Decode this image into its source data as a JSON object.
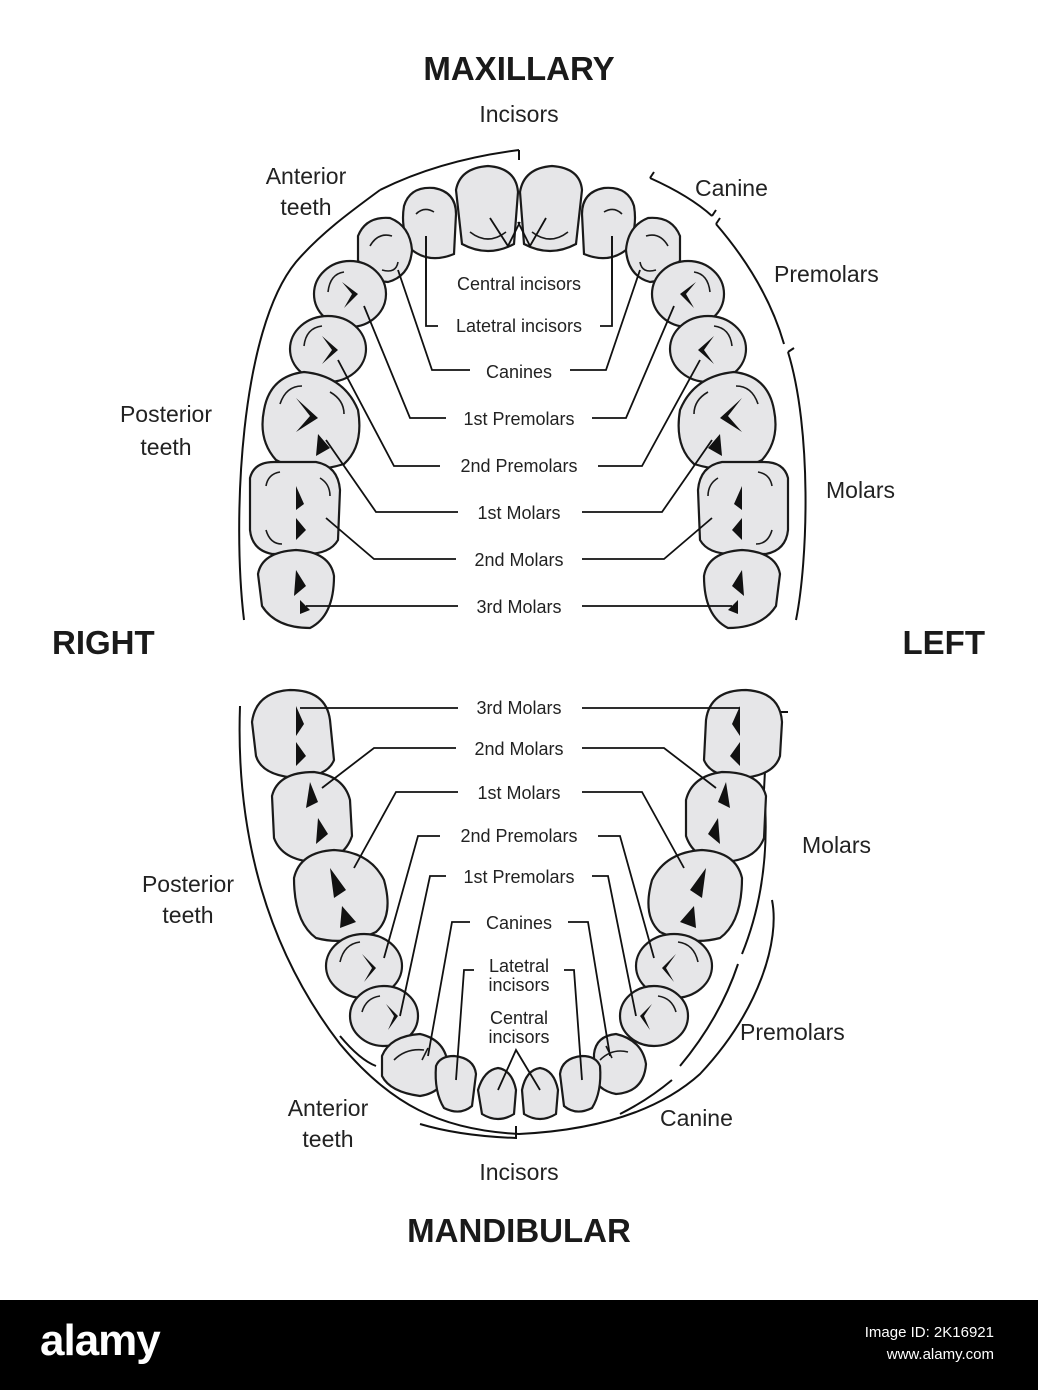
{
  "headings": {
    "top": "MAXILLARY",
    "bottom": "MANDIBULAR",
    "right": "RIGHT",
    "left": "LEFT"
  },
  "maxillary": {
    "groups": {
      "incisors": "Incisors",
      "canine": "Canine",
      "premolars": "Premolars",
      "molars": "Molars",
      "anterior_line1": "Anterior",
      "anterior_line2": "teeth",
      "posterior_line1": "Posterior",
      "posterior_line2": "teeth"
    },
    "teeth_labels": [
      "Central incisors",
      "Latetral incisors",
      "Canines",
      "1st Premolars",
      "2nd Premolars",
      "1st Molars",
      "2nd Molars",
      "3rd Molars"
    ]
  },
  "mandibular": {
    "groups": {
      "incisors": "Incisors",
      "canine": "Canine",
      "premolars": "Premolars",
      "molars": "Molars",
      "anterior_line1": "Anterior",
      "anterior_line2": "teeth",
      "posterior_line1": "Posterior",
      "posterior_line2": "teeth"
    },
    "teeth_labels": [
      "3rd Molars",
      "2nd Molars",
      "1st Molars",
      "2nd Premolars",
      "1st Premolars",
      "Canines"
    ],
    "lateral_label": [
      "Latetral",
      "incisors"
    ],
    "central_label": [
      "Central",
      "incisors"
    ]
  },
  "footer": {
    "logo": "alamy",
    "image_id": "Image ID: 2K16921",
    "site": "www.alamy.com"
  },
  "colors": {
    "tooth_fill": "#e6e6e8",
    "outline": "#1a1a1a",
    "footer_bg": "#000000"
  }
}
